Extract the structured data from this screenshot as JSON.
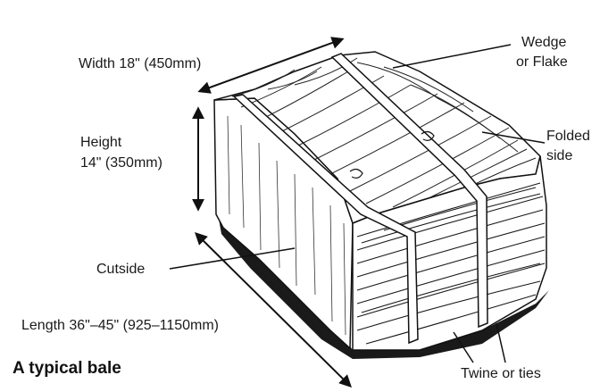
{
  "labels": {
    "width": "Width 18\" (450mm)",
    "wedge_line1": "Wedge",
    "wedge_line2": "or Flake",
    "height_line1": "Height",
    "height_line2": "14\" (350mm)",
    "folded_line1": "Folded",
    "folded_line2": "side",
    "cutside": "Cutside",
    "length": "Length 36\"–45\" (925–1150mm)",
    "twine": "Twine or ties"
  },
  "caption": "A typical bale",
  "colors": {
    "ink": "#111111",
    "background": "#ffffff"
  }
}
